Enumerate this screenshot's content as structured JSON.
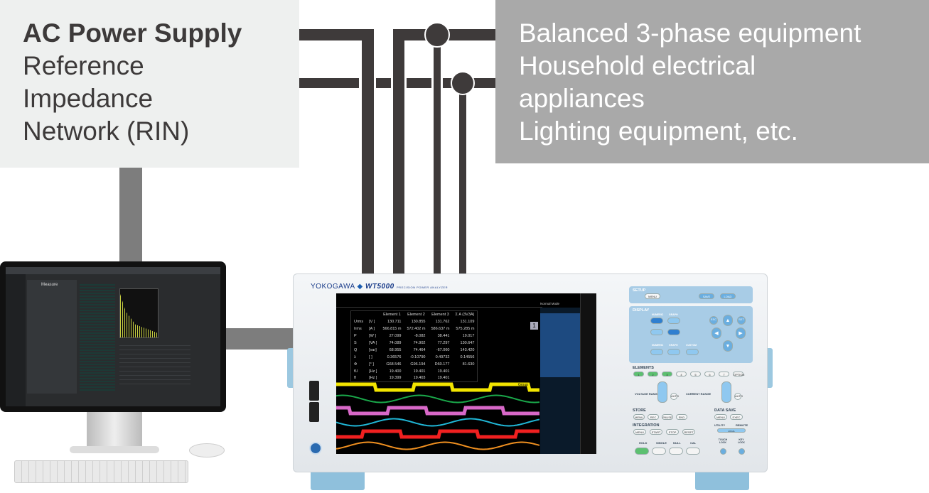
{
  "left_box": {
    "title": "AC Power Supply",
    "lines": [
      "Reference",
      "Impedance",
      "Network (RIN)"
    ],
    "bg": "#eef0ef"
  },
  "right_box": {
    "lines": [
      "Balanced 3-phase equipment",
      "Household electrical",
      "appliances",
      "Lighting equipment, etc."
    ],
    "bg": "#a9a9a9"
  },
  "wire_color": "#3e3a3a",
  "link_color": "#7d7d7d",
  "monitor": {
    "app_title": "Measure",
    "icons": [
      "measure-icon",
      "settings-icon"
    ]
  },
  "instrument": {
    "brand": "YOKOGAWA",
    "model": "WT5000",
    "subtitle": "PRECISION POWER ANALYZER",
    "screen": {
      "headers": [
        "",
        "",
        "Element 1",
        "Element 2",
        "Element 3",
        "Σ A (3V3A)"
      ],
      "rows": [
        [
          "Urms",
          "[V ]",
          "130.711",
          "130.855",
          "131.762",
          "131.109"
        ],
        [
          "Irms",
          "[A ]",
          "566.815 m",
          "572.402 m",
          "586.637 m",
          "575.285 m"
        ],
        [
          "P",
          "[W ]",
          "27.099",
          "-8.082",
          "38.441",
          "19.017"
        ],
        [
          "S",
          "[VA ]",
          "74.089",
          "74.902",
          "77.297",
          "130.647"
        ],
        [
          "Q",
          "[var]",
          "68.955",
          "74.464",
          "-67.060",
          "143.420"
        ],
        [
          "λ",
          "[ ]",
          "0.36576",
          "-0.10790",
          "0.49732",
          "0.14556"
        ],
        [
          "Φ",
          "[° ]",
          "G68.546",
          "G96.194",
          "D60.177",
          "81.630"
        ],
        [
          "fU",
          "[Hz ]",
          "19.400",
          "19.401",
          "19.401",
          ""
        ],
        [
          "fI",
          "[Hz ]",
          "19.399",
          "19.403",
          "19.401",
          ""
        ]
      ],
      "page": "1",
      "group_label": "Group",
      "wave_colors": [
        "#f2e400",
        "#1aa84a",
        "#d868c8",
        "#20b8d8",
        "#f02020",
        "#f09020"
      ],
      "mode": "Normal Mode"
    },
    "panel": {
      "setup": "SETUP",
      "menu": "MENU",
      "save": "SAVE",
      "load": "LOAD",
      "display": "DISPLAY",
      "numeric": "NUMERIC",
      "graph": "GRAPH",
      "custom": "CUSTOM",
      "esc": "ESC",
      "set": "SET",
      "elements": "ELEMENTS",
      "element_keys": [
        "1",
        "2",
        "3",
        "4",
        "5",
        "6",
        "7",
        "OPTION"
      ],
      "voltage_range": "VOLTAGE RANGE",
      "current_range": "CURRENT RANGE",
      "auto": "AUTO",
      "store": "STORE",
      "store_keys": [
        "MENU",
        "REC",
        "PAUSE",
        "END"
      ],
      "data_save": "DATA SAVE",
      "save_keys": [
        "MENU",
        "EXEC"
      ],
      "integration": "INTEGRATION",
      "int_keys": [
        "MENU",
        "START",
        "STOP",
        "RESET"
      ],
      "utility": "UTILITY",
      "remote": "REMOTE",
      "local": "LOCAL",
      "bottom_keys": [
        "HOLD",
        "SINGLE",
        "NULL",
        "CAL"
      ],
      "touch_lock": "TOUCH LOCK",
      "key_lock": "KEY LOCK"
    }
  }
}
